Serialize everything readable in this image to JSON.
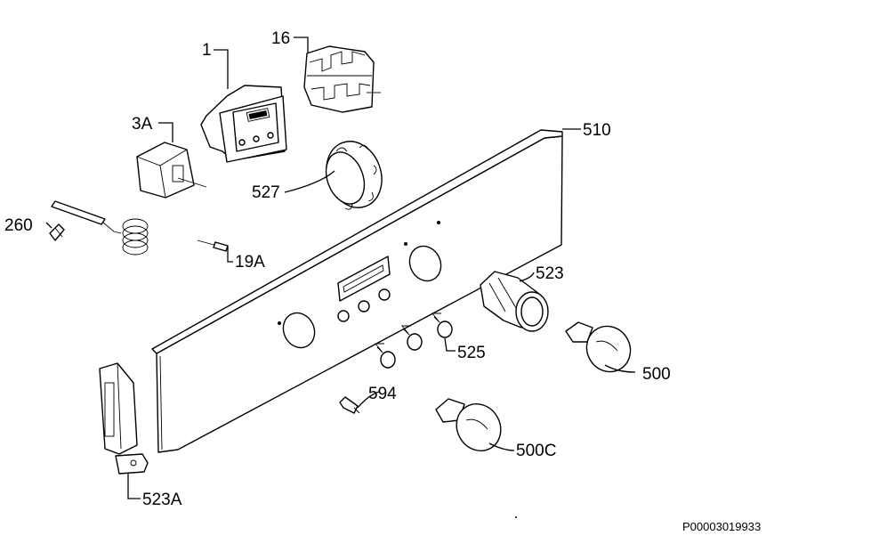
{
  "diagram": {
    "labels": [
      {
        "id": "1",
        "text": "1"
      },
      {
        "id": "16",
        "text": "16"
      },
      {
        "id": "3A",
        "text": "3A"
      },
      {
        "id": "510",
        "text": "510"
      },
      {
        "id": "527",
        "text": "527"
      },
      {
        "id": "260",
        "text": "260"
      },
      {
        "id": "19A",
        "text": "19A"
      },
      {
        "id": "523",
        "text": "523"
      },
      {
        "id": "525",
        "text": "525"
      },
      {
        "id": "500",
        "text": "500"
      },
      {
        "id": "594",
        "text": "594"
      },
      {
        "id": "500C",
        "text": "500C"
      },
      {
        "id": "523A",
        "text": "523A"
      }
    ],
    "drawing_code": "P00003019933"
  }
}
